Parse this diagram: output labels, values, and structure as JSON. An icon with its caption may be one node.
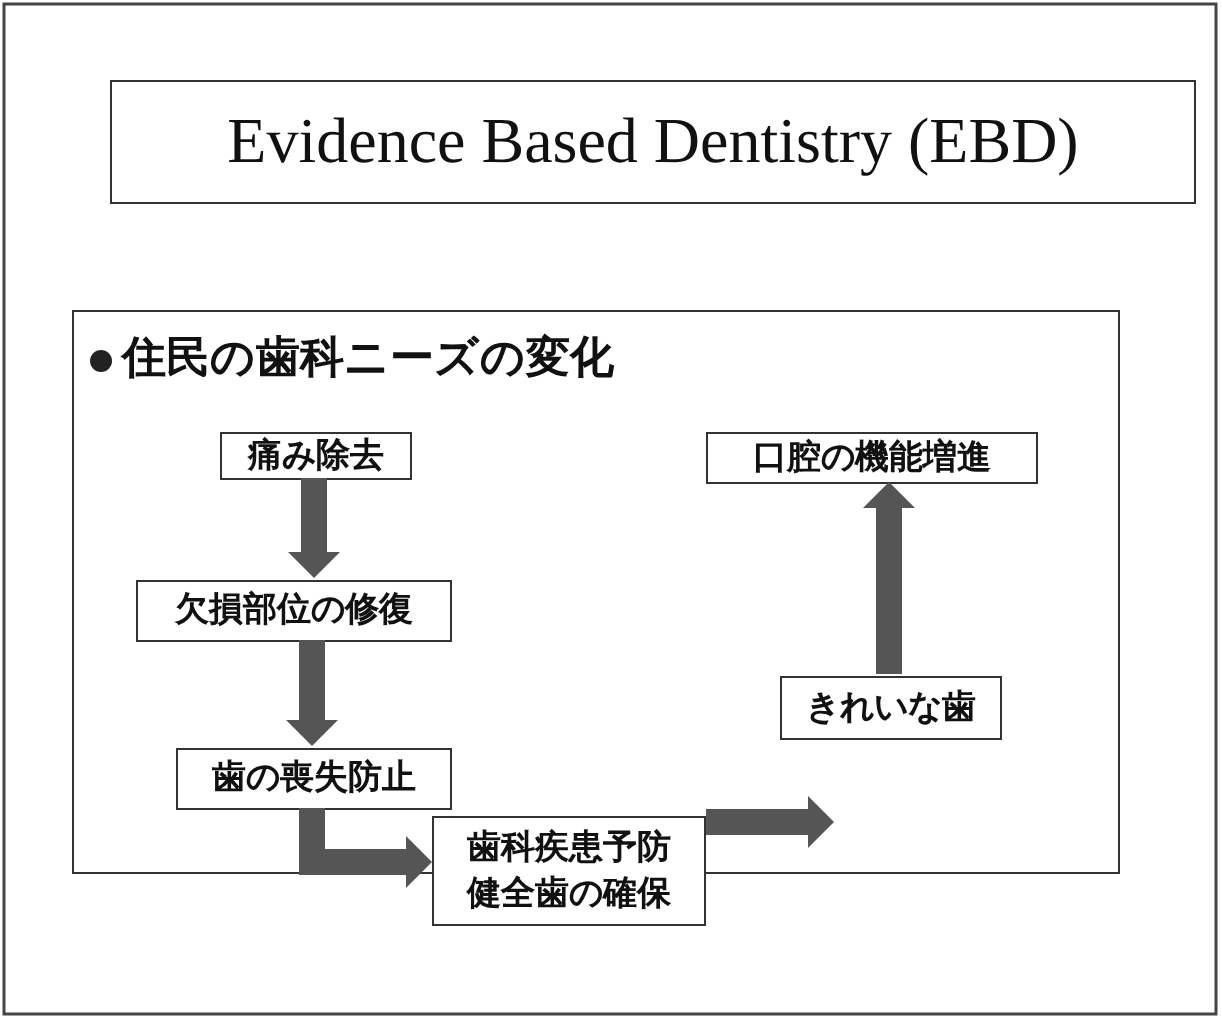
{
  "diagram": {
    "nodes": [
      {
        "text": [
          "Evidence Based Dentistry (EBD)"
        ]
      },
      {
        "text": [
          "住民の歯科ニーズの変化"
        ]
      },
      {
        "text": [
          "痛み除去"
        ],
        "in": 1
      },
      {
        "text": [
          "欠損部位の修復"
        ],
        "in": 1
      },
      {
        "text": [
          "歯の喪失防止"
        ],
        "in": 1
      },
      {
        "text": [
          "歯科疾患予防健全歯の確保"
        ]
      },
      {
        "text": [
          "きれいな歯"
        ],
        "in": 1
      },
      {
        "text": [
          "口腔の機能増進"
        ],
        "in": 1
      }
    ],
    "edges": [
      {
        "from": 2,
        "to": 3,
        "arrow": "to"
      },
      {
        "from": 3,
        "to": 4,
        "arrow": "to"
      },
      {
        "from": 4,
        "to": 5,
        "arrow": "to"
      },
      {
        "from": 5,
        "to": 6,
        "arrow": "to"
      },
      {
        "from": 6,
        "to": 7,
        "arrow": "to"
      }
    ]
  }
}
